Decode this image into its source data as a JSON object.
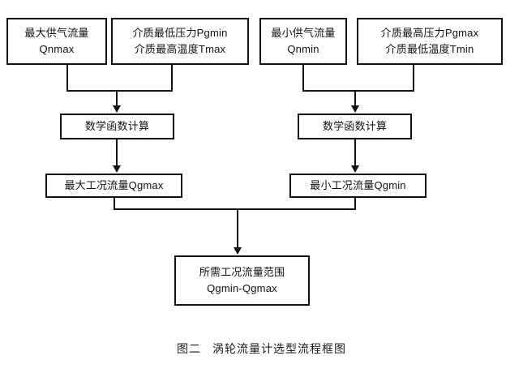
{
  "figure": {
    "caption_label": "图二",
    "caption_title": "涡轮流量计选型流程框图"
  },
  "colors": {
    "stroke": "#111111",
    "background": "#ffffff",
    "text": "#111111"
  },
  "nodes": {
    "max_supply_flow": {
      "line1": "最大供气流量",
      "line2": "Qnmax"
    },
    "min_pressure_max_temp": {
      "line1": "介质最低压力Pgmin",
      "line2": "介质最高温度Tmax"
    },
    "min_supply_flow": {
      "line1": "最小供气流量",
      "line2": "Qnmin"
    },
    "max_pressure_min_temp": {
      "line1": "介质最高压力Pgmax",
      "line2": "介质最低温度Tmin"
    },
    "math_calc_left": {
      "line1": "数学函数计算"
    },
    "math_calc_right": {
      "line1": "数学函数计算"
    },
    "qgmax": {
      "line1": "最大工况流量Qgmax"
    },
    "qgmin": {
      "line1": "最小工况流量Qgmin"
    },
    "result_range": {
      "line1": "所需工况流量范围",
      "line2": "Qgmin-Qgmax"
    }
  }
}
